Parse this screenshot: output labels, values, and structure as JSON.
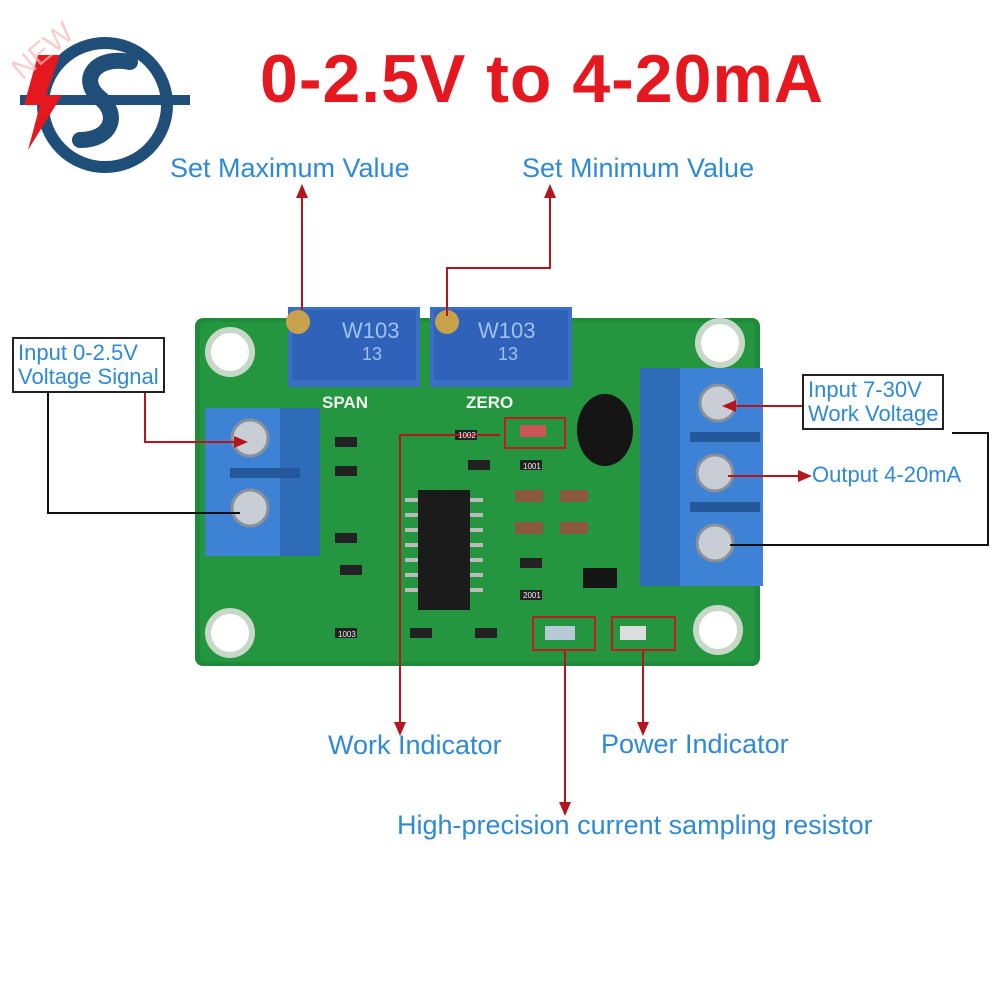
{
  "title": "0-2.5V to 4-20mA",
  "labels": {
    "set_max": "Set Maximum Value",
    "set_min": "Set Minimum Value",
    "work_indicator": "Work Indicator",
    "power_indicator": "Power Indicator",
    "sampling_resistor": "High-precision current sampling resistor",
    "output": "Output 4-20mA"
  },
  "boxes": {
    "input_line1": "Input 0-2.5V",
    "input_line2": "Voltage Signal",
    "work_line1": "Input 7-30V",
    "work_line2": "Work Voltage"
  },
  "board": {
    "pot1_text": "W103",
    "pot1_sub": "13",
    "pot2_text": "W103",
    "pot2_sub": "13",
    "span": "SPAN",
    "zero": "ZERO",
    "resistor_code": "1003",
    "resistor_code2": "1001",
    "resistor_code3": "2001",
    "resistor_code4": "1002"
  },
  "colors": {
    "title": "#e5171f",
    "label": "#2f8ad6",
    "pcb": "#1f8a3a",
    "terminal": "#2f7fd0",
    "pointer": "#b3161c"
  },
  "icons": {
    "logo": "brand-logo-icon"
  }
}
